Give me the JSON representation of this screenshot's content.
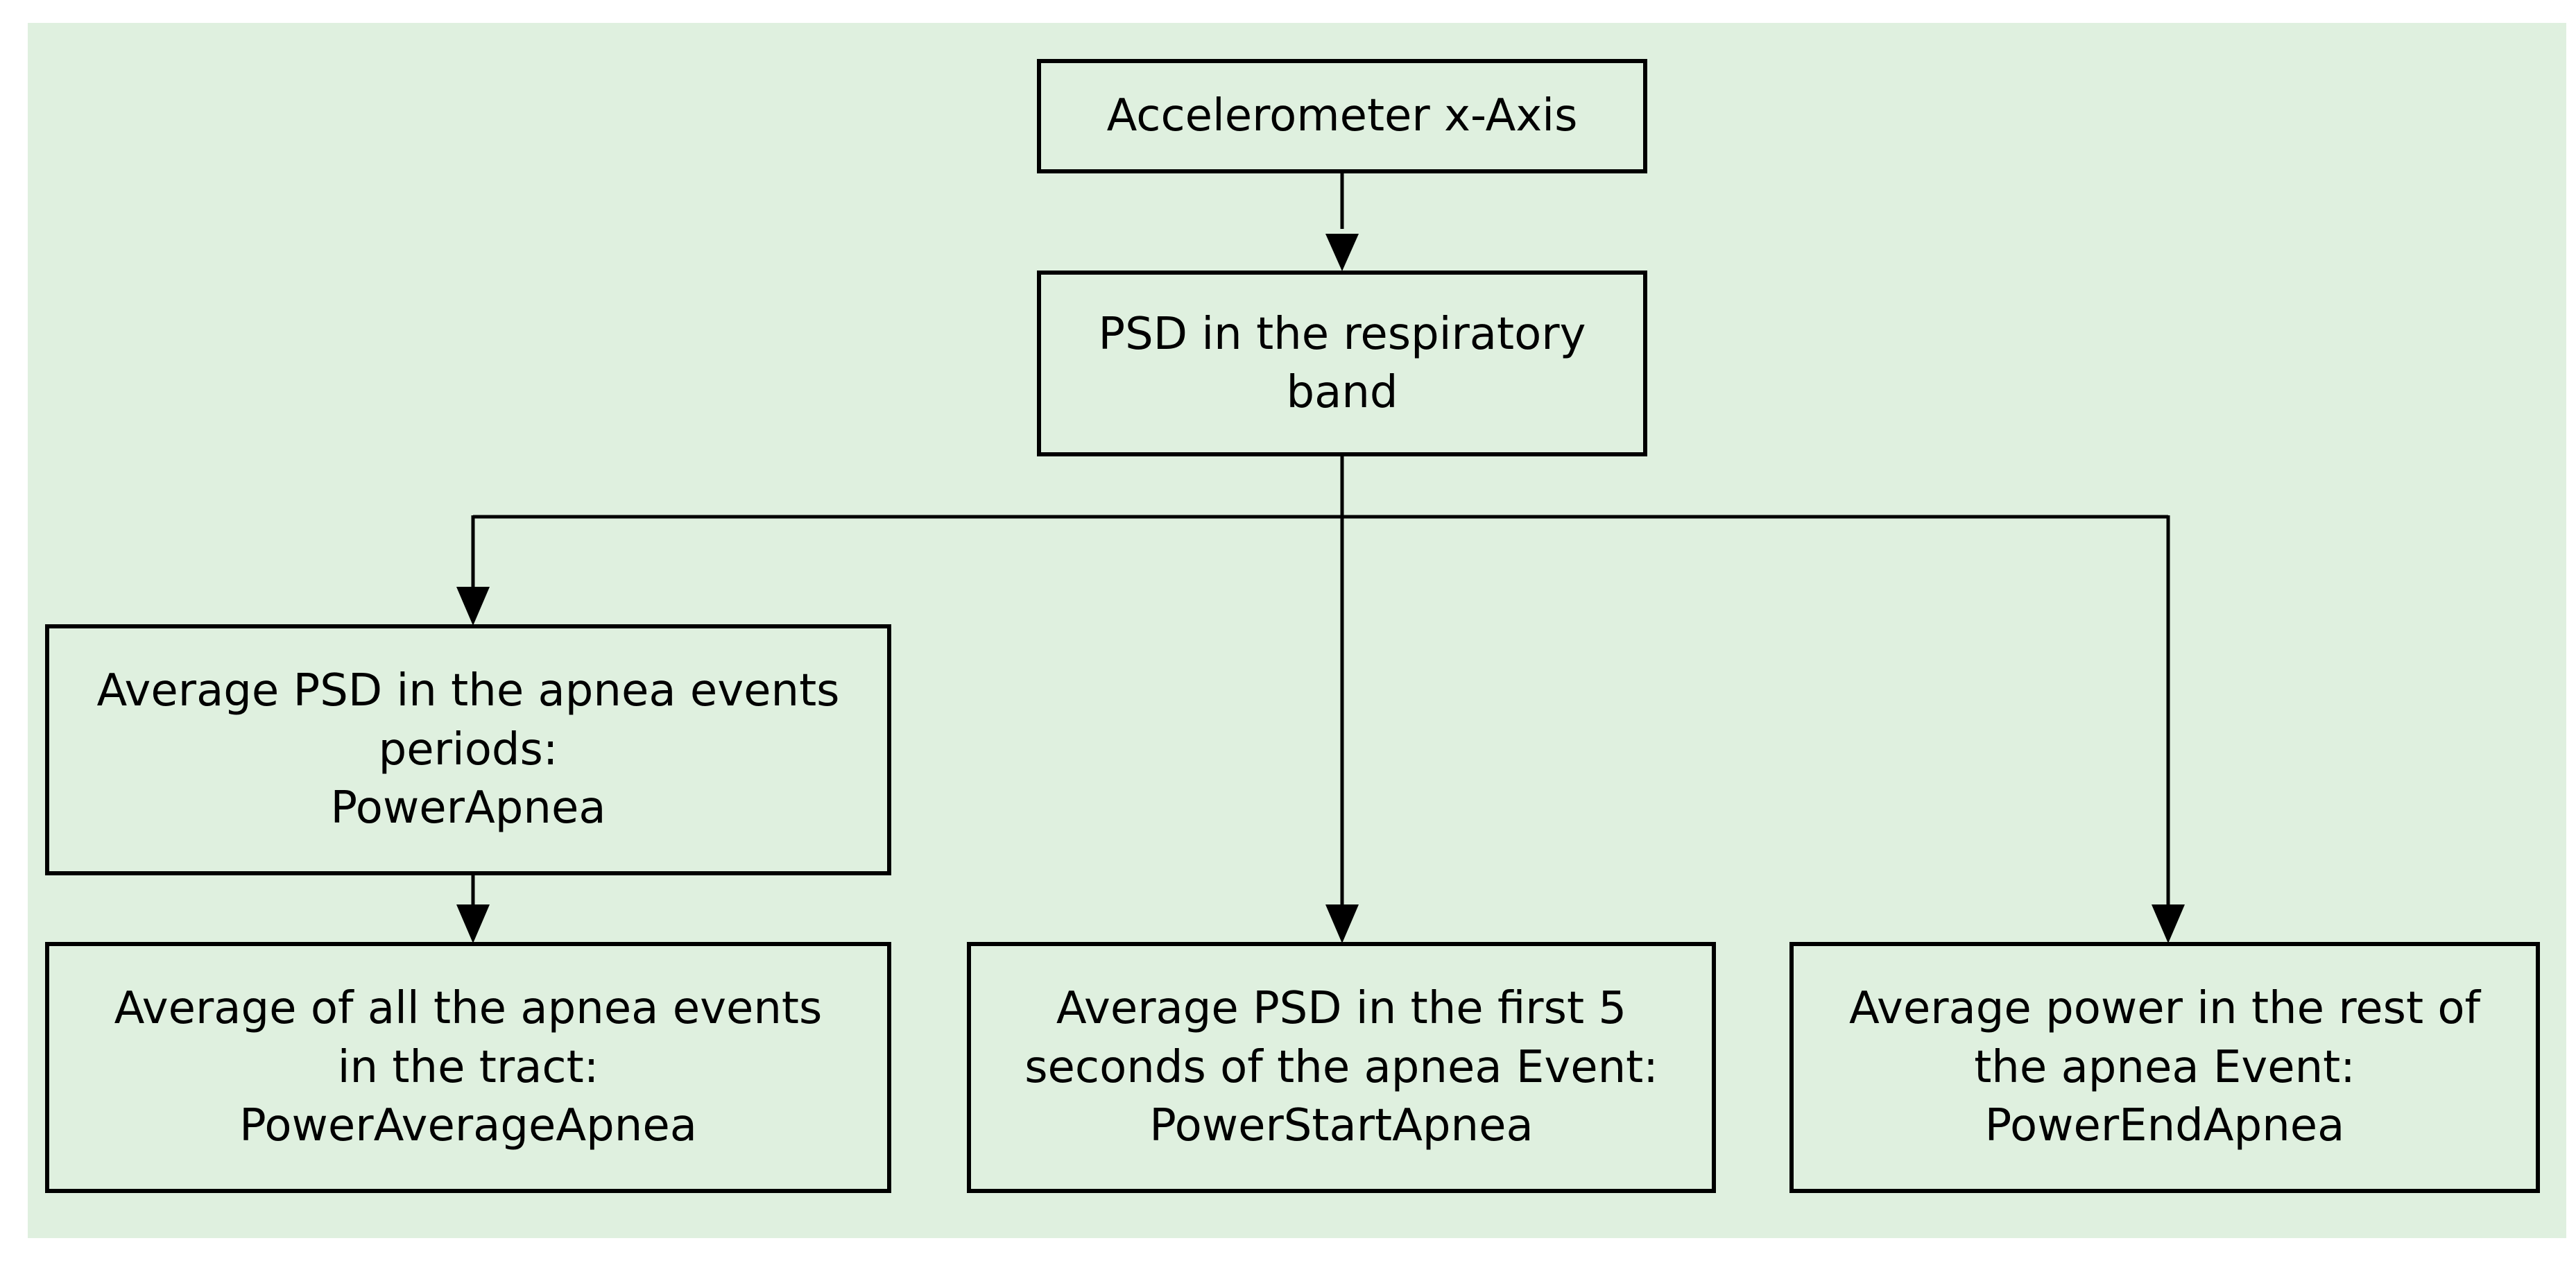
{
  "colors": {
    "background": "#dff0df",
    "border": "#000000",
    "text": "#000000",
    "connector": "#000000"
  },
  "nodes": {
    "accelerometer": {
      "lines": [
        "Accelerometer x-Axis"
      ]
    },
    "psd_band": {
      "lines": [
        "PSD in the respiratory",
        "band"
      ]
    },
    "power_apnea": {
      "lines": [
        "Average PSD in the apnea events",
        "periods:",
        "PowerApnea"
      ]
    },
    "power_average_apnea": {
      "lines": [
        "Average of all the apnea events",
        "in the tract:",
        "PowerAverageApnea"
      ]
    },
    "power_start_apnea": {
      "lines": [
        "Average PSD in the first 5",
        "seconds of the apnea Event:",
        "PowerStartApnea"
      ]
    },
    "power_end_apnea": {
      "lines": [
        "Average power in the rest of",
        "the apnea Event:",
        "PowerEndApnea"
      ]
    }
  }
}
